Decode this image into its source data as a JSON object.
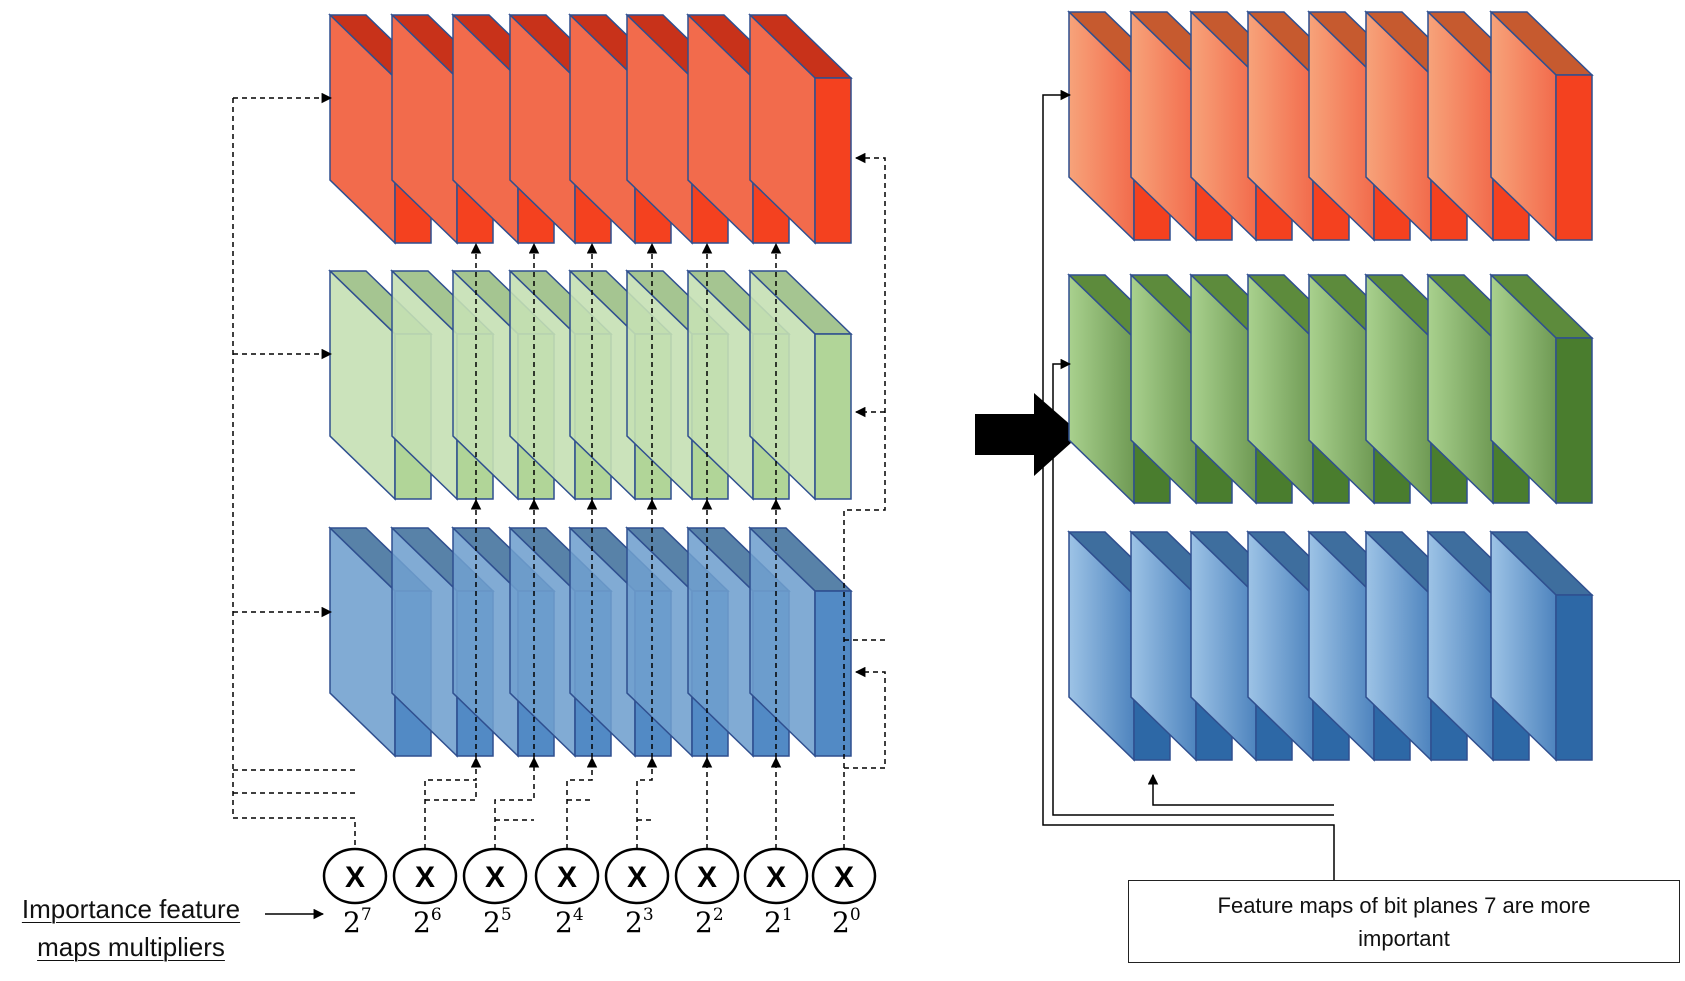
{
  "left_label": {
    "line1": "Importance feature",
    "line2": "maps multipliers"
  },
  "multiplier_symbol": "X",
  "multipliers": [
    {
      "base": "2",
      "exp": "7"
    },
    {
      "base": "2",
      "exp": "6"
    },
    {
      "base": "2",
      "exp": "5"
    },
    {
      "base": "2",
      "exp": "4"
    },
    {
      "base": "2",
      "exp": "3"
    },
    {
      "base": "2",
      "exp": "2"
    },
    {
      "base": "2",
      "exp": "1"
    },
    {
      "base": "2",
      "exp": "0"
    }
  ],
  "note": "Feature maps of bit planes 7 are more important",
  "colors": {
    "red_front": "#f4411f",
    "red_side": "#f26b4c",
    "red_top": "#c8321a",
    "green_front": "#a8d08d",
    "green_side": "#c5e0b4",
    "green_top": "#9bbf85",
    "blue_front": "#3a7abd",
    "blue_side": "#6f9fce",
    "blue_top": "#41719c",
    "dark_green_front": "#4a7d2e",
    "dark_blue_front": "#2d68a6",
    "outline": "#2f4f8f",
    "arrow": "#000000"
  }
}
